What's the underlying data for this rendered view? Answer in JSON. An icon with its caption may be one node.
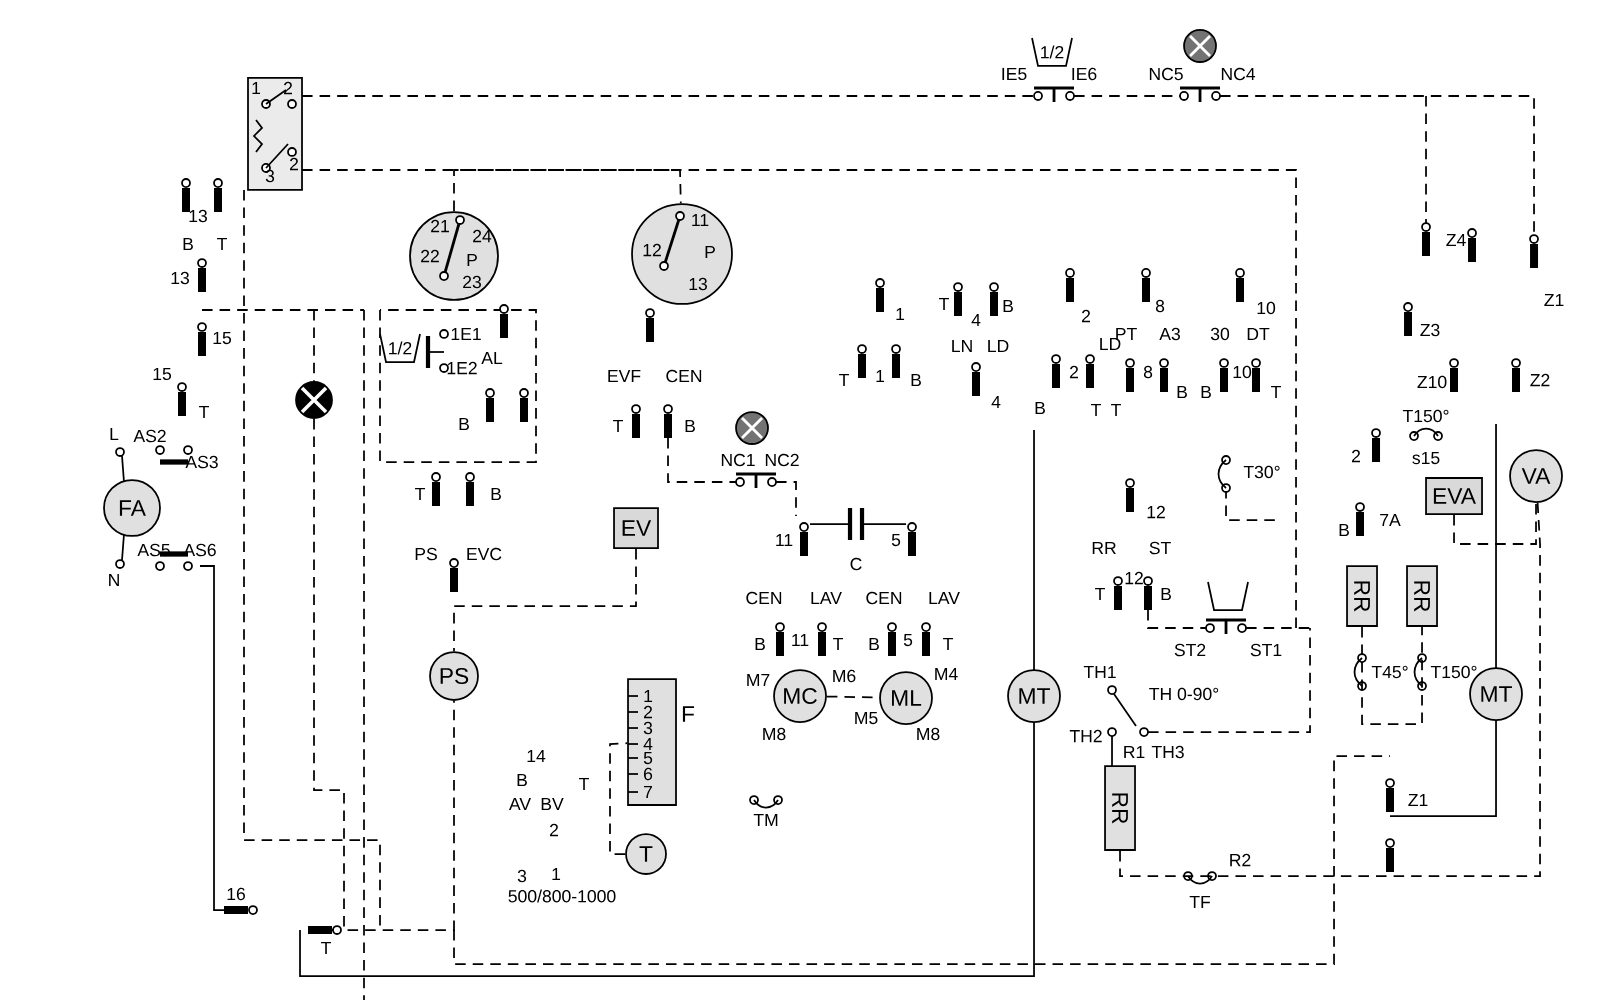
{
  "diagram": {
    "nodes": [
      {
        "text": [
          "FA"
        ]
      },
      {
        "text": [
          "21",
          "24",
          "22",
          "P",
          "23"
        ]
      },
      {
        "text": [
          "11",
          "12",
          "P",
          "13"
        ]
      },
      {
        "text": [
          "PS"
        ]
      },
      {
        "text": [
          "EV"
        ]
      },
      {
        "text": [
          "MC"
        ],
        "beside": [
          "M7",
          "M6",
          "M8"
        ]
      },
      {
        "text": [
          "ML"
        ],
        "beside": [
          "M4",
          "M5",
          "M8"
        ]
      },
      {
        "text": [
          "MT"
        ]
      },
      {
        "text": [
          "1",
          "2",
          "3",
          "4",
          "5",
          "6",
          "7"
        ],
        "beside": [
          "F"
        ]
      },
      {
        "text": [
          "T"
        ]
      },
      {
        "text": [
          "RR"
        ]
      },
      {
        "text": [
          "RR"
        ]
      },
      {
        "text": [
          "RR"
        ]
      },
      {
        "text": [
          "EVA"
        ]
      },
      {
        "text": [
          "VA"
        ]
      },
      {
        "text": [
          "MT"
        ]
      },
      {
        "text": [],
        "shape": "circle"
      }
    ],
    "edges": [
      {
        "from": 1,
        "to": 2,
        "arrow": "none",
        "style": "dashed"
      },
      {
        "from": 4,
        "to": 3,
        "arrow": "none",
        "style": "dashed"
      },
      {
        "from": 5,
        "to": 6,
        "arrow": "none",
        "style": "dashed"
      },
      {
        "from": 11,
        "to": 12,
        "arrow": "none",
        "style": "dashed"
      },
      {
        "from": 13,
        "to": 14,
        "arrow": "none",
        "style": "dashed"
      },
      {
        "from": 9,
        "to": 8,
        "arrow": "none",
        "style": "dashed"
      },
      {
        "from": 10,
        "to": 14,
        "arrow": "none",
        "style": "dashed"
      },
      {
        "from": 16,
        "to": 3,
        "arrow": "none",
        "style": "dashed"
      }
    ],
    "labels": [
      "1",
      "2",
      "2",
      "3",
      "IE5",
      "1/2",
      "IE6",
      "NC5",
      "NC4",
      "13",
      "B",
      "T",
      "13",
      "15",
      "15",
      "T",
      "L",
      "AS2",
      "AS3",
      "AS5",
      "AS6",
      "N",
      "1/2",
      "1E1",
      "1E2",
      "AL",
      "B",
      "EVF",
      "CEN",
      "T",
      "B",
      "NC1",
      "NC2",
      "T",
      "B",
      "PS",
      "EVC",
      "11",
      "C",
      "5",
      "CEN",
      "LAV",
      "CEN",
      "LAV",
      "B",
      "11",
      "T",
      "B",
      "5",
      "T",
      "TM",
      "14",
      "B",
      "AV",
      "BV",
      "T",
      "2",
      "3",
      "1",
      "500/800-1000",
      "1",
      "T",
      "1",
      "B",
      "T",
      "4",
      "B",
      "LN",
      "LD",
      "4",
      "2",
      "2",
      "B",
      "LD",
      "T",
      "8",
      "PT",
      "A3",
      "8",
      "T",
      "B",
      "B",
      "30",
      "DT",
      "10",
      "10",
      "T",
      "T30°",
      "12",
      "RR",
      "ST",
      "12",
      "T",
      "B",
      "ST2",
      "ST1",
      "TH1",
      "TH 0-90°",
      "TH2",
      "R1",
      "TH3",
      "R2",
      "TF",
      "Z4",
      "Z3",
      "Z1",
      "Z10",
      "Z2",
      "T150°",
      "2",
      "s15",
      "B",
      "7A",
      "T45°",
      "T150°",
      "Z1",
      "16",
      "T"
    ]
  }
}
